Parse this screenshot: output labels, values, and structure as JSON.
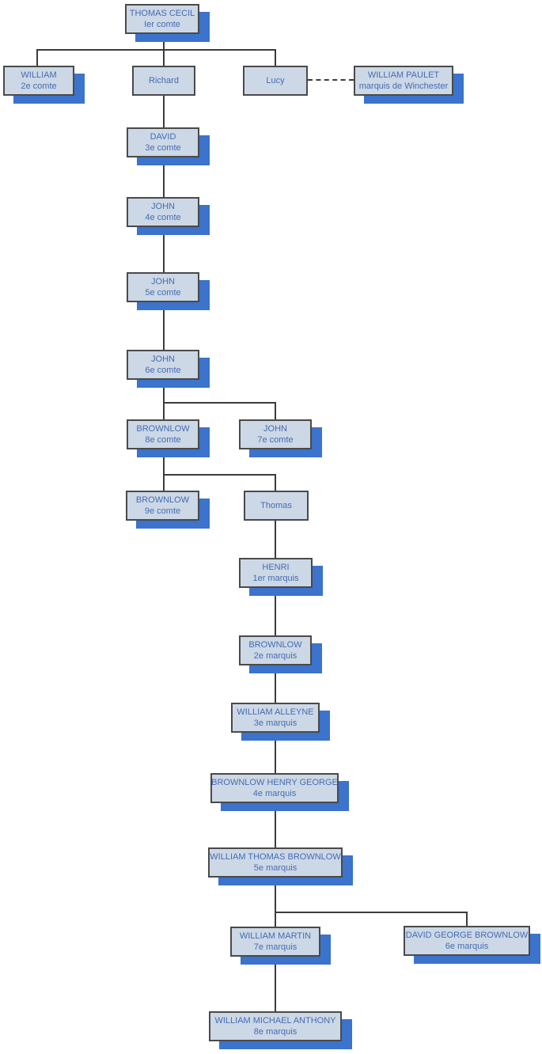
{
  "diagram": {
    "kind": "family-tree-organization-chart",
    "colors": {
      "box_fill": "#ccd8e6",
      "box_border": "#4a4a4a",
      "box_shadow": "#3b73cd",
      "text": "#466bb3",
      "connector": "#3c3c3c",
      "background": "#ffffff"
    },
    "nodes": [
      {
        "id": "thomas-cecil",
        "name": "THOMAS CECIL",
        "title": "Ier comte"
      },
      {
        "id": "william-2e",
        "name": "WILLIAM",
        "title": "2e comte"
      },
      {
        "id": "richard",
        "name": "Richard",
        "title": ""
      },
      {
        "id": "lucy",
        "name": "Lucy",
        "title": ""
      },
      {
        "id": "william-paulet",
        "name": "WILLIAM PAULET",
        "title": "marquis de Winchester"
      },
      {
        "id": "david-3e",
        "name": "DAVID",
        "title": "3e comte"
      },
      {
        "id": "john-4e",
        "name": "JOHN",
        "title": "4e comte"
      },
      {
        "id": "john-5e",
        "name": "JOHN",
        "title": "5e comte"
      },
      {
        "id": "john-6e",
        "name": "JOHN",
        "title": "6e comte"
      },
      {
        "id": "brownlow-8e",
        "name": "BROWNLOW",
        "title": "8e comte"
      },
      {
        "id": "john-7e",
        "name": "JOHN",
        "title": "7e comte"
      },
      {
        "id": "brownlow-9e",
        "name": "BROWNLOW",
        "title": "9e comte"
      },
      {
        "id": "thomas",
        "name": "Thomas",
        "title": ""
      },
      {
        "id": "henri-1er",
        "name": "HENRI",
        "title": "1er marquis"
      },
      {
        "id": "brownlow-2e",
        "name": "BROWNLOW",
        "title": "2e marquis"
      },
      {
        "id": "william-alleyne-3e",
        "name": "WILLIAM ALLEYNE",
        "title": "3e marquis"
      },
      {
        "id": "brownlow-henry-george-4e",
        "name": "BROWNLOW HENRY GEORGE",
        "title": "4e marquis"
      },
      {
        "id": "william-thomas-brownlow-5e",
        "name": "WILLIAM THOMAS BROWNLOW",
        "title": "5e marquis"
      },
      {
        "id": "william-martin-7e",
        "name": "WILLIAM MARTIN",
        "title": "7e marquis"
      },
      {
        "id": "david-george-brownlow-6e",
        "name": "DAVID GEORGE BROWNLOW",
        "title": "6e marquis"
      },
      {
        "id": "william-michael-anthony-8e",
        "name": "WILLIAM MICHAEL ANTHONY",
        "title": "8e marquis"
      }
    ],
    "edges": [
      {
        "from": "thomas-cecil",
        "to": "william-2e",
        "type": "parent-child"
      },
      {
        "from": "thomas-cecil",
        "to": "richard",
        "type": "parent-child"
      },
      {
        "from": "thomas-cecil",
        "to": "lucy",
        "type": "parent-child"
      },
      {
        "from": "lucy",
        "to": "william-paulet",
        "type": "marriage-dashed"
      },
      {
        "from": "richard",
        "to": "david-3e",
        "type": "parent-child"
      },
      {
        "from": "david-3e",
        "to": "john-4e",
        "type": "parent-child"
      },
      {
        "from": "john-4e",
        "to": "john-5e",
        "type": "parent-child"
      },
      {
        "from": "john-5e",
        "to": "john-6e",
        "type": "parent-child"
      },
      {
        "from": "john-6e",
        "to": "brownlow-8e",
        "type": "parent-child"
      },
      {
        "from": "john-6e",
        "to": "john-7e",
        "type": "parent-child"
      },
      {
        "from": "brownlow-8e",
        "to": "brownlow-9e",
        "type": "parent-child"
      },
      {
        "from": "brownlow-8e",
        "to": "thomas",
        "type": "parent-child"
      },
      {
        "from": "thomas",
        "to": "henri-1er",
        "type": "parent-child"
      },
      {
        "from": "henri-1er",
        "to": "brownlow-2e",
        "type": "parent-child"
      },
      {
        "from": "brownlow-2e",
        "to": "william-alleyne-3e",
        "type": "parent-child"
      },
      {
        "from": "william-alleyne-3e",
        "to": "brownlow-henry-george-4e",
        "type": "parent-child"
      },
      {
        "from": "brownlow-henry-george-4e",
        "to": "william-thomas-brownlow-5e",
        "type": "parent-child"
      },
      {
        "from": "william-thomas-brownlow-5e",
        "to": "william-martin-7e",
        "type": "parent-child"
      },
      {
        "from": "william-thomas-brownlow-5e",
        "to": "david-george-brownlow-6e",
        "type": "parent-child"
      },
      {
        "from": "william-martin-7e",
        "to": "william-michael-anthony-8e",
        "type": "parent-child"
      }
    ]
  }
}
